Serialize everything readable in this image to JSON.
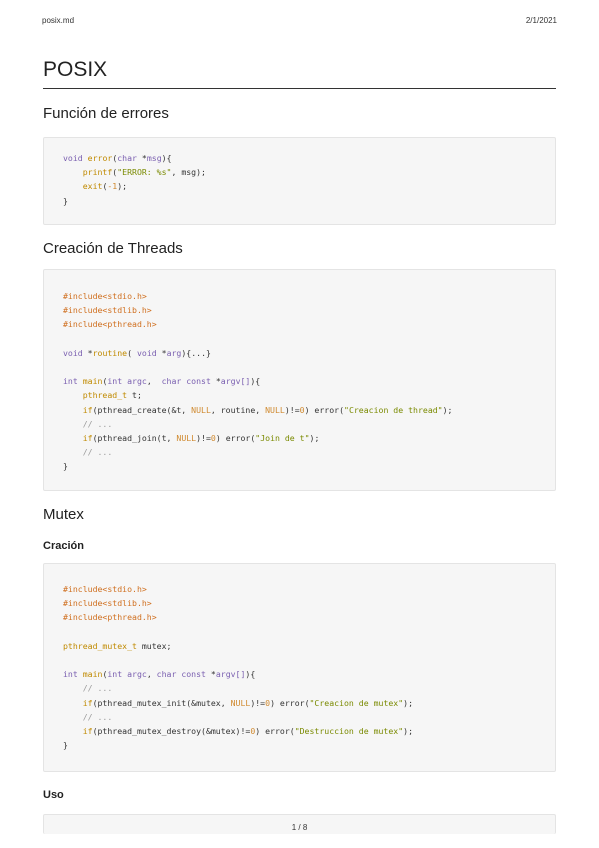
{
  "header": {
    "filename": "posix.md",
    "date": "2/1/2021"
  },
  "title": "POSIX",
  "sections": {
    "errores": {
      "heading": "Función de errores"
    },
    "threads": {
      "heading": "Creación de Threads"
    },
    "mutex": {
      "heading": "Mutex",
      "sub_creacion": "Cración",
      "sub_uso": "Uso"
    }
  },
  "code_blocks": {
    "errores": [
      [
        [
          "kw",
          "void "
        ],
        [
          "fn",
          "error"
        ],
        [
          "pl",
          "("
        ],
        [
          "kw",
          "char "
        ],
        [
          "pl",
          "*"
        ],
        [
          "kw",
          "msg"
        ],
        [
          "pl",
          "){"
        ]
      ],
      [
        [
          "pl",
          "    "
        ],
        [
          "fn",
          "printf"
        ],
        [
          "pl",
          "("
        ],
        [
          "str",
          "\"ERROR: %s\""
        ],
        [
          "pl",
          ", msg);"
        ]
      ],
      [
        [
          "pl",
          "    "
        ],
        [
          "fn",
          "exit"
        ],
        [
          "pl",
          "("
        ],
        [
          "num",
          "-1"
        ],
        [
          "pl",
          ");"
        ]
      ],
      [
        [
          "pl",
          "}"
        ]
      ]
    ],
    "threads": [
      [
        [
          "pp",
          "#include<stdio.h>"
        ]
      ],
      [
        [
          "pp",
          "#include<stdlib.h>"
        ]
      ],
      [
        [
          "pp",
          "#include<pthread.h>"
        ]
      ],
      [
        [
          "pl",
          ""
        ]
      ],
      [
        [
          "kw",
          "void "
        ],
        [
          "pl",
          "*"
        ],
        [
          "fn",
          "routine"
        ],
        [
          "pl",
          "( "
        ],
        [
          "kw",
          "void "
        ],
        [
          "pl",
          "*"
        ],
        [
          "kw",
          "arg"
        ],
        [
          "pl",
          "){...}"
        ]
      ],
      [
        [
          "pl",
          ""
        ]
      ],
      [
        [
          "kw",
          "int "
        ],
        [
          "fn",
          "main"
        ],
        [
          "pl",
          "("
        ],
        [
          "kw",
          "int "
        ],
        [
          "kw",
          "argc"
        ],
        [
          "pl",
          ",  "
        ],
        [
          "kw",
          "char const "
        ],
        [
          "pl",
          "*"
        ],
        [
          "kw",
          "argv[]"
        ],
        [
          "pl",
          "){"
        ]
      ],
      [
        [
          "pl",
          "    "
        ],
        [
          "fn",
          "pthread_t "
        ],
        [
          "pl",
          "t;"
        ]
      ],
      [
        [
          "pl",
          "    "
        ],
        [
          "fn",
          "if"
        ],
        [
          "pl",
          "(pthread_create(&t, "
        ],
        [
          "num",
          "NULL"
        ],
        [
          "pl",
          ", routine, "
        ],
        [
          "num",
          "NULL"
        ],
        [
          "pl",
          ")!="
        ],
        [
          "num",
          "0"
        ],
        [
          "pl",
          ") error("
        ],
        [
          "str",
          "\"Creacion de thread\""
        ],
        [
          "pl",
          ");"
        ]
      ],
      [
        [
          "cm",
          "    // ..."
        ]
      ],
      [
        [
          "pl",
          "    "
        ],
        [
          "fn",
          "if"
        ],
        [
          "pl",
          "(pthread_join(t, "
        ],
        [
          "num",
          "NULL"
        ],
        [
          "pl",
          ")!="
        ],
        [
          "num",
          "0"
        ],
        [
          "pl",
          ") error("
        ],
        [
          "str",
          "\"Join de t\""
        ],
        [
          "pl",
          ");"
        ]
      ],
      [
        [
          "cm",
          "    // ..."
        ]
      ],
      [
        [
          "pl",
          "}"
        ]
      ]
    ],
    "mutex_creacion": [
      [
        [
          "pp",
          "#include<stdio.h>"
        ]
      ],
      [
        [
          "pp",
          "#include<stdlib.h>"
        ]
      ],
      [
        [
          "pp",
          "#include<pthread.h>"
        ]
      ],
      [
        [
          "pl",
          ""
        ]
      ],
      [
        [
          "fn",
          "pthread_mutex_t "
        ],
        [
          "pl",
          "mutex;"
        ]
      ],
      [
        [
          "pl",
          ""
        ]
      ],
      [
        [
          "kw",
          "int "
        ],
        [
          "fn",
          "main"
        ],
        [
          "pl",
          "("
        ],
        [
          "kw",
          "int "
        ],
        [
          "kw",
          "argc"
        ],
        [
          "pl",
          ", "
        ],
        [
          "kw",
          "char const "
        ],
        [
          "pl",
          "*"
        ],
        [
          "kw",
          "argv[]"
        ],
        [
          "pl",
          "){"
        ]
      ],
      [
        [
          "cm",
          "    // ..."
        ]
      ],
      [
        [
          "pl",
          "    "
        ],
        [
          "fn",
          "if"
        ],
        [
          "pl",
          "(pthread_mutex_init(&mutex, "
        ],
        [
          "num",
          "NULL"
        ],
        [
          "pl",
          ")!="
        ],
        [
          "num",
          "0"
        ],
        [
          "pl",
          ") error("
        ],
        [
          "str",
          "\"Creacion de mutex\""
        ],
        [
          "pl",
          ");"
        ]
      ],
      [
        [
          "cm",
          "    // ..."
        ]
      ],
      [
        [
          "pl",
          "    "
        ],
        [
          "fn",
          "if"
        ],
        [
          "pl",
          "(pthread_mutex_destroy(&mutex)!="
        ],
        [
          "num",
          "0"
        ],
        [
          "pl",
          ") error("
        ],
        [
          "str",
          "\"Destruccion de mutex\""
        ],
        [
          "pl",
          ");"
        ]
      ],
      [
        [
          "pl",
          "}"
        ]
      ]
    ]
  },
  "footer": {
    "page": "1 / 8"
  }
}
